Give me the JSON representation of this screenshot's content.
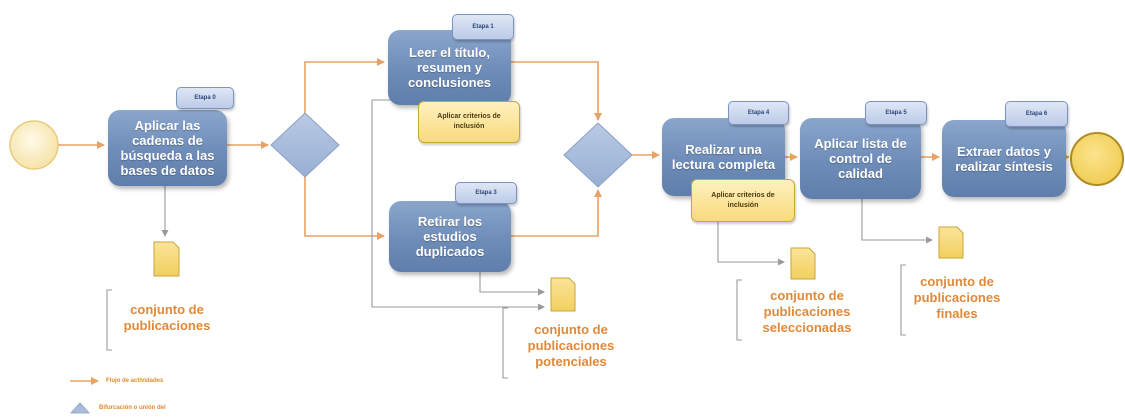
{
  "steps": [
    {
      "text": "Aplicar las cadenas de búsqueda a las bases de datos",
      "stage": "Etapa 0"
    },
    {
      "text": "Leer el título, resumen y conclusiones",
      "stage": "Etapa 1"
    },
    {
      "text": "Retirar los estudios duplicados",
      "stage": "Etapa 3"
    },
    {
      "text": "Realizar una lectura completa",
      "stage": "Etapa 4"
    },
    {
      "text": "Aplicar lista de control de calidad",
      "stage": "Etapa 5"
    },
    {
      "text": "Extraer datos y realizar síntesis",
      "stage": "Etapa 6"
    }
  ],
  "criteria_label": "Aplicar criterios de inclusión",
  "documents": [
    "conjunto de publicaciones",
    "conjunto de publicaciones potenciales",
    "conjunto de publicaciones seleccionadas",
    "conjunto de publicaciones finales"
  ],
  "legend": {
    "flow": "Flujo de actividades",
    "gateway": "Bifurcación o unión del"
  },
  "colors": {
    "flow": "#e8a266",
    "connector": "#9a9a9a",
    "task": "#6e8cb8",
    "gateway": "#a9bcd9",
    "document": "#f6d77a",
    "event": "#f7dd85",
    "label": "#e0893a"
  }
}
